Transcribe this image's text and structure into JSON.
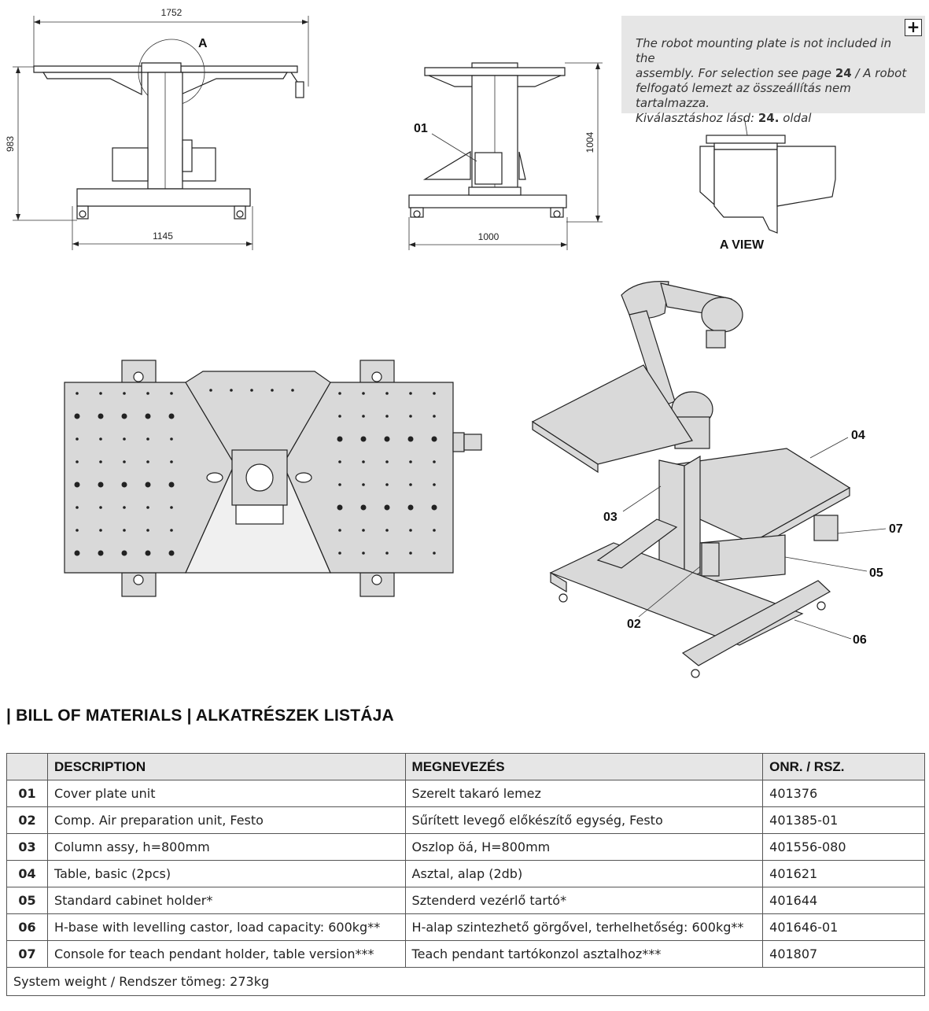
{
  "note": {
    "line1": "The robot mounting plate is not included in the",
    "line2a": "assembly. For selection see page ",
    "line2b": "24",
    "line2c": " / A robot",
    "line3": "felfogató lemezt az összeállítás nem tartalmazza.",
    "line4a": "Kiválasztáshoz lásd: ",
    "line4b": "24.",
    "line4c": " oldal",
    "expand_symbol": "+"
  },
  "drawing": {
    "dim_width_front": "1752",
    "dim_base_front": "1145",
    "dim_height_front": "983",
    "dim_height_side": "1004",
    "dim_base_side": "1000",
    "detail_label": "A",
    "detail_view_label": "A VIEW",
    "callouts": [
      "01",
      "02",
      "03",
      "04",
      "05",
      "06",
      "07"
    ]
  },
  "bom": {
    "title": "| BILL OF MATERIALS | ALKATRÉSZEK LISTÁJA",
    "headers": [
      "",
      "DESCRIPTION",
      "MEGNEVEZÉS",
      "ONR. / RSZ."
    ],
    "rows": [
      {
        "num": "01",
        "desc": "Cover plate unit",
        "meg": "Szerelt takaró lemez",
        "onr": "401376"
      },
      {
        "num": "02",
        "desc": "Comp. Air preparation unit, Festo",
        "meg": "Sűrített levegő előkészítő egység, Festo",
        "onr": "401385-01"
      },
      {
        "num": "03",
        "desc": "Column assy, h=800mm",
        "meg": "Oszlop öá, H=800mm",
        "onr": "401556-080"
      },
      {
        "num": "04",
        "desc": "Table, basic (2pcs)",
        "meg": "Asztal, alap (2db)",
        "onr": "401621"
      },
      {
        "num": "05",
        "desc": "Standard cabinet holder*",
        "meg": "Sztenderd vezérlő tartó*",
        "onr": "401644"
      },
      {
        "num": "06",
        "desc": "H-base with levelling castor, load capacity: 600kg**",
        "meg": "H-alap szintezhető görgővel, terhelhetőség: 600kg**",
        "onr": "401646-01"
      },
      {
        "num": "07",
        "desc": "Console for teach pendant holder, table version***",
        "meg": "Teach pendant tartókonzol asztalhoz***",
        "onr": "401807"
      }
    ],
    "footer": "System weight / Rendszer tömeg: 273kg"
  }
}
